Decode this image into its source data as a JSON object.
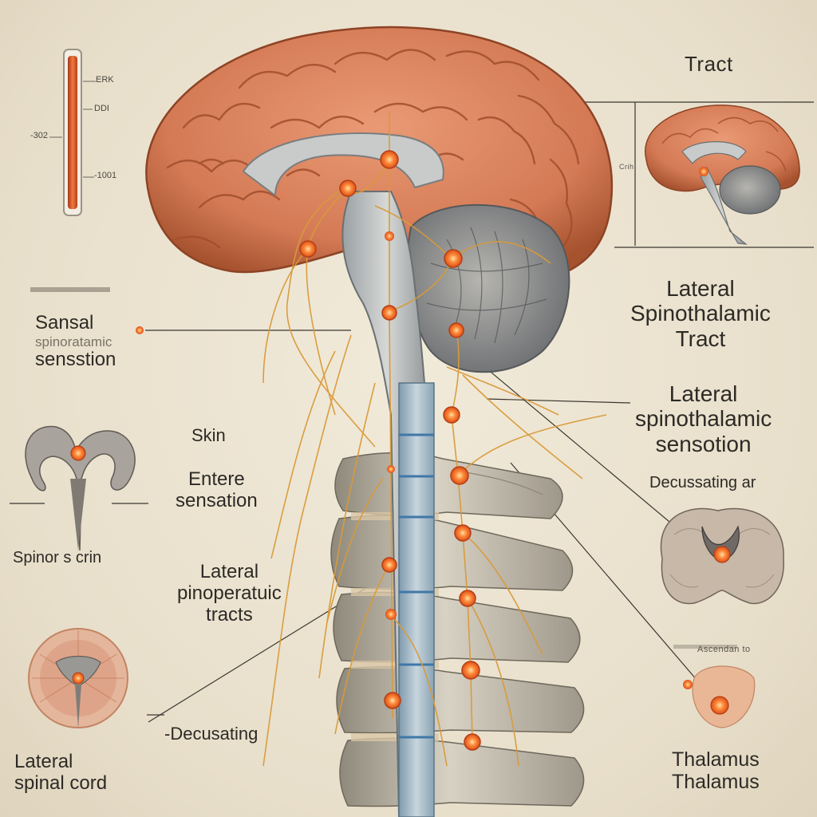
{
  "scale": {
    "label_top": "ERK",
    "label_mid": "DDI",
    "label_low": "-1001",
    "label_left": "-302"
  },
  "labels": {
    "tract_top": "Tract",
    "lateral_tract": [
      "Lateral",
      "Spinothalamic",
      "Tract"
    ],
    "lateral_sensation": [
      "Lateral",
      "spinothalamic",
      "sensotion"
    ],
    "decussating_ar": "Decussating ar",
    "ascending": "Ascendan to",
    "thalamus": [
      "Thalamus",
      "Thalamus"
    ],
    "sansal": [
      "Sansal",
      "spinoratamic",
      "sensstion"
    ],
    "skin": "Skin",
    "entere": [
      "Entere",
      "sensation"
    ],
    "spinor_crin": "Spinor s crin",
    "lateral_tracts": [
      "Lateral",
      "pinoperatuic",
      "tracts"
    ],
    "decussating_bottom": "-Decusating",
    "lateral_cord": [
      "Lateral",
      "spinal cord"
    ],
    "cranial_side": "Crih"
  },
  "colors": {
    "cortex": "#d9825e",
    "cortex_dark": "#a9532f",
    "nerve": "#d99a3a",
    "node": "#ff7a2e",
    "bone": "#c9c3b6",
    "spinal_canal": "#9fb6c4",
    "cerebellum": "#8f9295"
  }
}
